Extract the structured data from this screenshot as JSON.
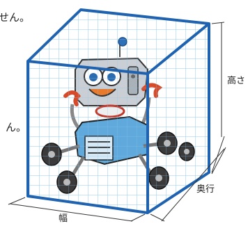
{
  "text_fragments": {
    "top_left": "せん。",
    "mid_left": "ん。"
  },
  "dimension_labels": {
    "height": "高さ",
    "depth": "奥行",
    "width": "幅"
  },
  "colors": {
    "frame": "#1f63b0",
    "grid": "#8ec5ea",
    "robot_body": "#5fa9dc",
    "robot_head": "#c9cfd4",
    "accent_red": "#d64a2a",
    "wheel": "#3a3a3a"
  },
  "icons": {
    "robot": "robot-illustration"
  }
}
